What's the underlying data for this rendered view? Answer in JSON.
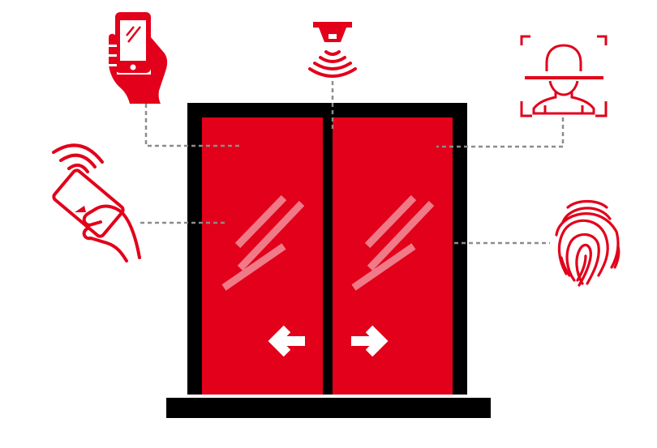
{
  "colors": {
    "accent": "#e2001a",
    "frame": "#000000",
    "connector": "#8c8c8c",
    "glass_highlight": "#f07a88",
    "arrow": "#ffffff",
    "background": "#ffffff"
  },
  "door": {
    "type": "automatic sliding double door",
    "leaf_left_direction": "left",
    "leaf_right_direction": "right"
  },
  "access_methods": [
    {
      "id": "smartphone",
      "icon": "smartphone-in-hand-icon"
    },
    {
      "id": "motion-sensor",
      "icon": "ceiling-motion-sensor-icon"
    },
    {
      "id": "face-recognition",
      "icon": "face-scan-icon"
    },
    {
      "id": "rfid-card",
      "icon": "contactless-card-icon"
    },
    {
      "id": "fingerprint",
      "icon": "fingerprint-icon"
    }
  ]
}
